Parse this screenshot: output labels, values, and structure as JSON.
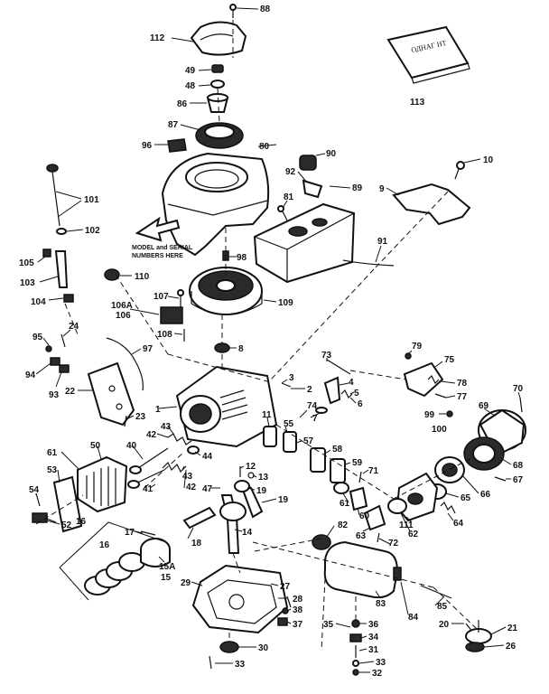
{
  "note": {
    "line1": "MODEL and SERIAL",
    "line2": "NUMBERS HERE"
  },
  "manual_cover_text": "ОДНАГ  НТ",
  "callouts": [
    {
      "id": "c88",
      "label": "88"
    },
    {
      "id": "c112",
      "label": "112"
    },
    {
      "id": "c49",
      "label": "49"
    },
    {
      "id": "c48",
      "label": "48"
    },
    {
      "id": "c86",
      "label": "86"
    },
    {
      "id": "c87",
      "label": "87"
    },
    {
      "id": "c96",
      "label": "96"
    },
    {
      "id": "c80",
      "label": "80"
    },
    {
      "id": "c90",
      "label": "90"
    },
    {
      "id": "c92",
      "label": "92"
    },
    {
      "id": "c89",
      "label": "89"
    },
    {
      "id": "c81",
      "label": "81"
    },
    {
      "id": "c113",
      "label": "113"
    },
    {
      "id": "c10",
      "label": "10"
    },
    {
      "id": "c9",
      "label": "9"
    },
    {
      "id": "c101",
      "label": "101"
    },
    {
      "id": "c102",
      "label": "102"
    },
    {
      "id": "c105",
      "label": "105"
    },
    {
      "id": "c103",
      "label": "103"
    },
    {
      "id": "c104",
      "label": "104"
    },
    {
      "id": "c98",
      "label": "98"
    },
    {
      "id": "c110",
      "label": "110"
    },
    {
      "id": "c91",
      "label": "91"
    },
    {
      "id": "c107",
      "label": "107"
    },
    {
      "id": "c106a",
      "label": "106A"
    },
    {
      "id": "c106",
      "label": "106"
    },
    {
      "id": "c109",
      "label": "109"
    },
    {
      "id": "c108",
      "label": "108"
    },
    {
      "id": "c8",
      "label": "8"
    },
    {
      "id": "c24",
      "label": "24"
    },
    {
      "id": "c95",
      "label": "95"
    },
    {
      "id": "c94",
      "label": "94"
    },
    {
      "id": "c93",
      "label": "93"
    },
    {
      "id": "c97",
      "label": "97"
    },
    {
      "id": "c22",
      "label": "22"
    },
    {
      "id": "c73",
      "label": "73"
    },
    {
      "id": "c79",
      "label": "79"
    },
    {
      "id": "c75",
      "label": "75"
    },
    {
      "id": "c78",
      "label": "78"
    },
    {
      "id": "c77",
      "label": "77"
    },
    {
      "id": "c70",
      "label": "70"
    },
    {
      "id": "c3",
      "label": "3"
    },
    {
      "id": "c2",
      "label": "2"
    },
    {
      "id": "c4",
      "label": "4"
    },
    {
      "id": "c5",
      "label": "5"
    },
    {
      "id": "c6",
      "label": "6"
    },
    {
      "id": "c1",
      "label": "1"
    },
    {
      "id": "c7",
      "label": "7"
    },
    {
      "id": "c69",
      "label": "69"
    },
    {
      "id": "c99",
      "label": "99"
    },
    {
      "id": "c100",
      "label": "100"
    },
    {
      "id": "c23",
      "label": "23"
    },
    {
      "id": "c11",
      "label": "11"
    },
    {
      "id": "c74",
      "label": "74"
    },
    {
      "id": "c55",
      "label": "55"
    },
    {
      "id": "c57",
      "label": "57"
    },
    {
      "id": "c43a",
      "label": "43"
    },
    {
      "id": "c42a",
      "label": "42"
    },
    {
      "id": "c40",
      "label": "40"
    },
    {
      "id": "c44",
      "label": "44"
    },
    {
      "id": "c58",
      "label": "58"
    },
    {
      "id": "c59",
      "label": "59"
    },
    {
      "id": "c68",
      "label": "68"
    },
    {
      "id": "c67",
      "label": "67"
    },
    {
      "id": "c61a",
      "label": "61"
    },
    {
      "id": "c50",
      "label": "50"
    },
    {
      "id": "c53",
      "label": "53"
    },
    {
      "id": "c12",
      "label": "12"
    },
    {
      "id": "c13",
      "label": "13"
    },
    {
      "id": "c71",
      "label": "71"
    },
    {
      "id": "c65",
      "label": "65"
    },
    {
      "id": "c66",
      "label": "66"
    },
    {
      "id": "c43b",
      "label": "43"
    },
    {
      "id": "c42b",
      "label": "42"
    },
    {
      "id": "c41",
      "label": "41"
    },
    {
      "id": "c47",
      "label": "47"
    },
    {
      "id": "c19a",
      "label": "19"
    },
    {
      "id": "c19b",
      "label": "19"
    },
    {
      "id": "c61b",
      "label": "61"
    },
    {
      "id": "c60",
      "label": "60"
    },
    {
      "id": "c54",
      "label": "54"
    },
    {
      "id": "c16a",
      "label": "16"
    },
    {
      "id": "c52",
      "label": "52"
    },
    {
      "id": "c14",
      "label": "14"
    },
    {
      "id": "c17",
      "label": "17"
    },
    {
      "id": "c18",
      "label": "18"
    },
    {
      "id": "c16b",
      "label": "16"
    },
    {
      "id": "c82",
      "label": "82"
    },
    {
      "id": "c63",
      "label": "63"
    },
    {
      "id": "c72",
      "label": "72"
    },
    {
      "id": "c62",
      "label": "62"
    },
    {
      "id": "c111",
      "label": "111"
    },
    {
      "id": "c64",
      "label": "64"
    },
    {
      "id": "c15a",
      "label": "15A"
    },
    {
      "id": "c15",
      "label": "15"
    },
    {
      "id": "c29",
      "label": "29"
    },
    {
      "id": "c27",
      "label": "27"
    },
    {
      "id": "c28",
      "label": "28"
    },
    {
      "id": "c38",
      "label": "38"
    },
    {
      "id": "c37",
      "label": "37"
    },
    {
      "id": "c83",
      "label": "83"
    },
    {
      "id": "c85",
      "label": "85"
    },
    {
      "id": "c84",
      "label": "84"
    },
    {
      "id": "c20",
      "label": "20"
    },
    {
      "id": "c21",
      "label": "21"
    },
    {
      "id": "c35",
      "label": "35"
    },
    {
      "id": "c36",
      "label": "36"
    },
    {
      "id": "c34",
      "label": "34"
    },
    {
      "id": "c30",
      "label": "30"
    },
    {
      "id": "c31",
      "label": "31"
    },
    {
      "id": "c26",
      "label": "26"
    },
    {
      "id": "c33a",
      "label": "33"
    },
    {
      "id": "c33b",
      "label": "33"
    },
    {
      "id": "c32",
      "label": "32"
    }
  ]
}
